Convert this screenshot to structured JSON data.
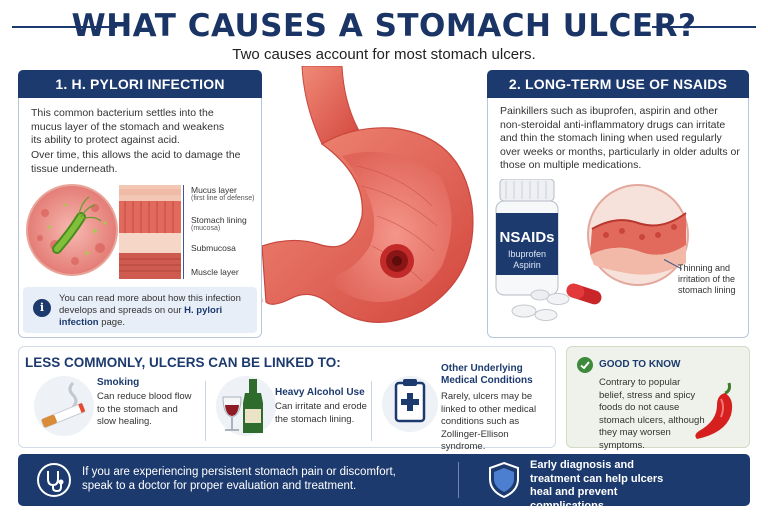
{
  "header": {
    "title": "WHAT CAUSES A STOMACH ULCER?",
    "subtitle": "Two causes account for most stomach ulcers."
  },
  "h_pylori": {
    "heading": "1. H. PYLORI INFECTION",
    "para1": "This common bacterium settles into the mucus layer of the stomach and weakens its ability to protect against acid.",
    "para2": "Over time, this allows the acid to damage the tissue underneath.",
    "layers": {
      "mucus": "Mucus layer",
      "mucus_sub": "(first line of defense)",
      "lining": "Stomach lining",
      "lining_sub": "(mucosa)",
      "submucosa": "Submucosa",
      "muscle": "Muscle layer"
    },
    "info_icon": "i",
    "info_text_1": "You can read more about how this infection develops and spreads on our ",
    "info_link": "H. pylori infection",
    "info_text_2": " page."
  },
  "nsaids": {
    "heading": "2. LONG-TERM USE OF NSAIDS",
    "para": "Painkillers such as ibuprofen, aspirin and other non-steroidal anti-inflammatory drugs can irritate and thin the stomach lining when used regularly over weeks or months, particularly in older adults or those on multiple medications.",
    "bottle_label": "NSAIDs",
    "bottle_sub1": "Ibuprofen",
    "bottle_sub2": "Aspirin",
    "thinning_label": "Thinning and irritation of the stomach lining"
  },
  "less_common": {
    "heading": "LESS COMMONLY, ULCERS CAN BE LINKED TO:",
    "items": [
      {
        "title": "Smoking",
        "text": "Can reduce blood flow to the stomach and slow healing.",
        "icon": "cigarette-icon"
      },
      {
        "title": "Heavy Alcohol Use",
        "text": "Can irritate and erode the stomach lining.",
        "icon": "alcohol-icon"
      },
      {
        "title": "Other Underlying Medical Conditions",
        "text": "Rarely, ulcers may be linked to other medical conditions such as Zollinger-Ellison syndrome.",
        "icon": "medical-clipboard-icon"
      }
    ]
  },
  "good_to_know": {
    "heading": "GOOD TO KNOW",
    "text": "Contrary to popular belief, stress and spicy foods do not cause stomach ulcers, although they may worsen symptoms.",
    "icon": "check-icon"
  },
  "bottom_bar": {
    "left_text": "If you are experiencing persistent stomach pain or discomfort, speak to a doctor for proper evaluation and treatment.",
    "right_text": "Early diagnosis and treatment can help ulcers heal and prevent complications."
  },
  "colors": {
    "navy": "#1c3a6e",
    "panel_border": "#b8c6dd",
    "stomach": "#e26a5c",
    "ulcer": "#a4171b"
  }
}
